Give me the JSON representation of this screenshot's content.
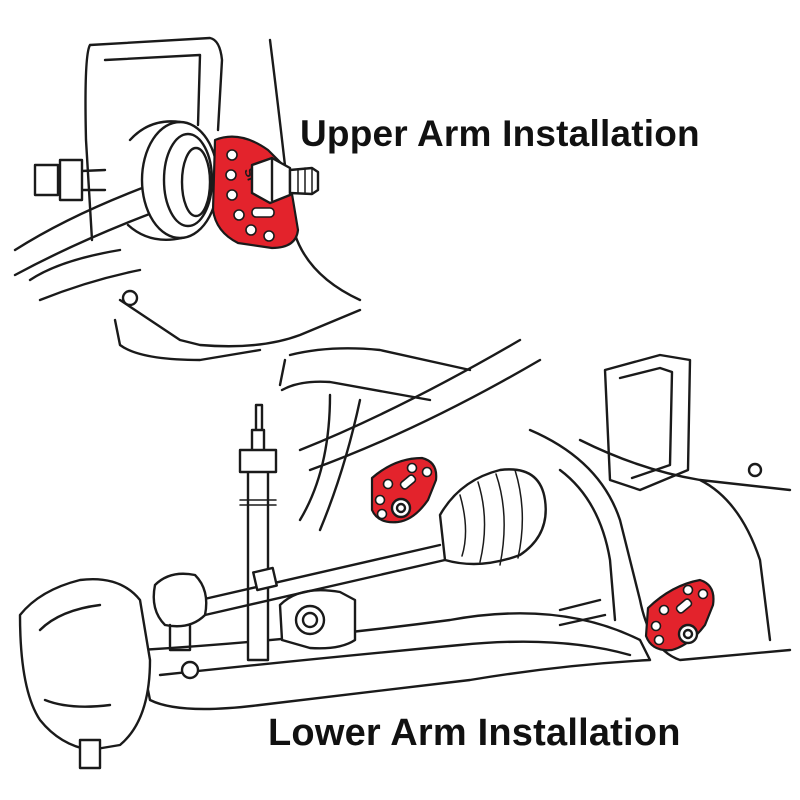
{
  "captions": {
    "upper": "Upper Arm Installation",
    "lower": "Lower Arm Installation"
  },
  "colors": {
    "plate": "#e3232c",
    "line": "#1a1a1a",
    "background": "#ffffff"
  },
  "plate_logo": "SP"
}
